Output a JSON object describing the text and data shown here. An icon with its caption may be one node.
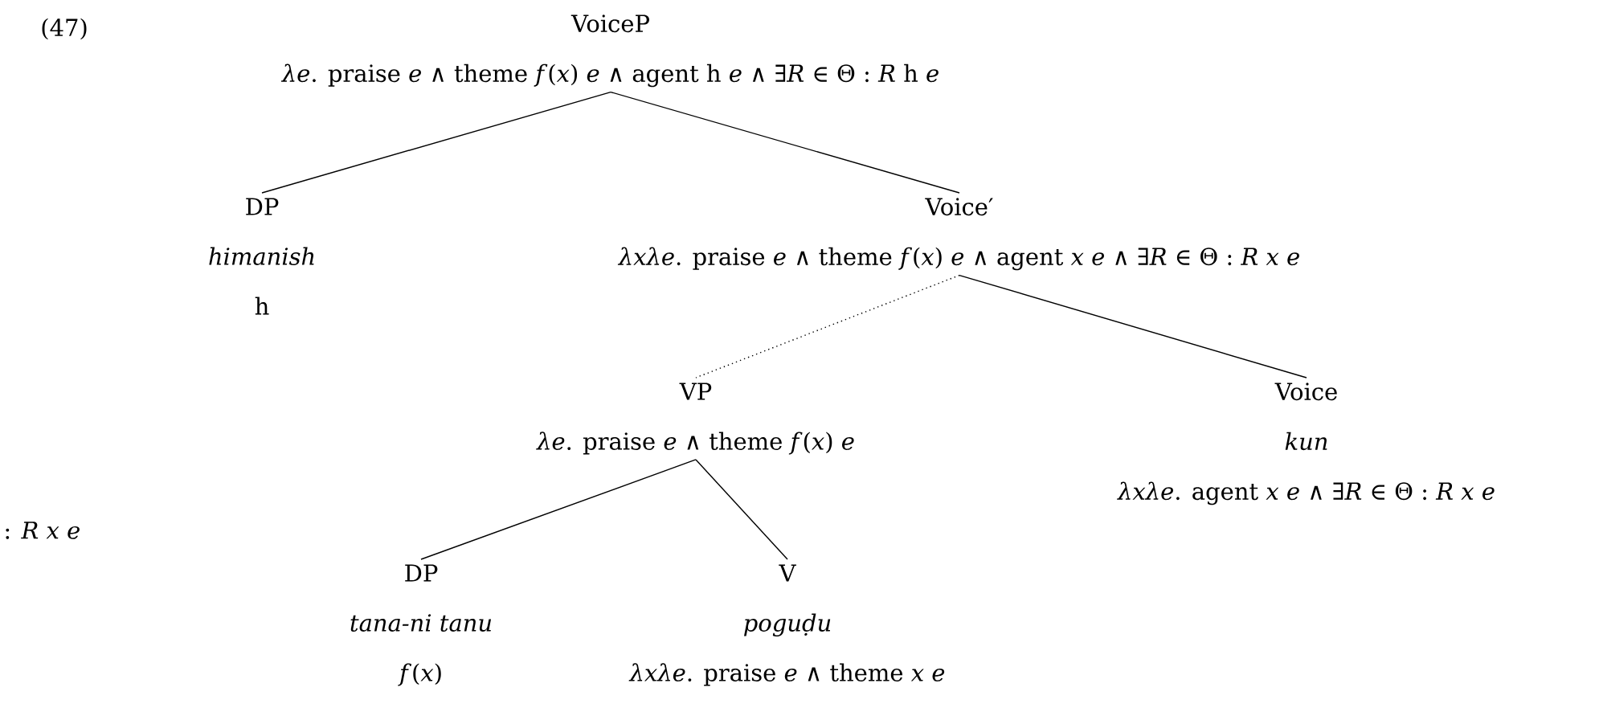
{
  "diagram": {
    "nodes": [
      {
        "text": [
          "VoiceP",
          "*λe*. praise *e* ∧ theme *f*(*x*) *e* ∧ agent h *e* ∧ ∃*R* ∈ Θ : *R* h *e*"
        ]
      },
      {
        "text": [
          "DP",
          "himanish",
          "h"
        ]
      },
      {
        "text": [
          "Voice′",
          "*λxλe*. praise *e* ∧ theme *f*(*x*) *e* ∧ agent *x e* ∧ ∃*R* ∈ Θ : *R x e*"
        ]
      },
      {
        "text": [
          "VP",
          "*λe*. praise *e* ∧ theme *f*(*x*) *e*"
        ]
      },
      {
        "text": [
          "Voice",
          "kun",
          "*λxλe*. agent *x e* ∧ ∃*R* ∈ Θ : *R x e*"
        ]
      },
      {
        "text": [
          "DP",
          "tana-ni tanu",
          "*f*(*x*)"
        ]
      },
      {
        "text": [
          "V",
          "poguḍu",
          "*λxλe*. praise *e* ∧ theme *x e*"
        ]
      }
    ],
    "edges": [
      {
        "from": 0,
        "to": 1,
        "arrow": "none"
      },
      {
        "from": 0,
        "to": 2,
        "arrow": "none"
      },
      {
        "from": 2,
        "to": 3,
        "arrow": "none",
        "style": "dashed"
      },
      {
        "from": 2,
        "to": 4,
        "arrow": "none"
      },
      {
        "from": 3,
        "to": 5,
        "arrow": "none"
      },
      {
        "from": 3,
        "to": 6,
        "arrow": "none"
      }
    ],
    "labels": [
      "(47)",
      ": *R x e*"
    ]
  }
}
